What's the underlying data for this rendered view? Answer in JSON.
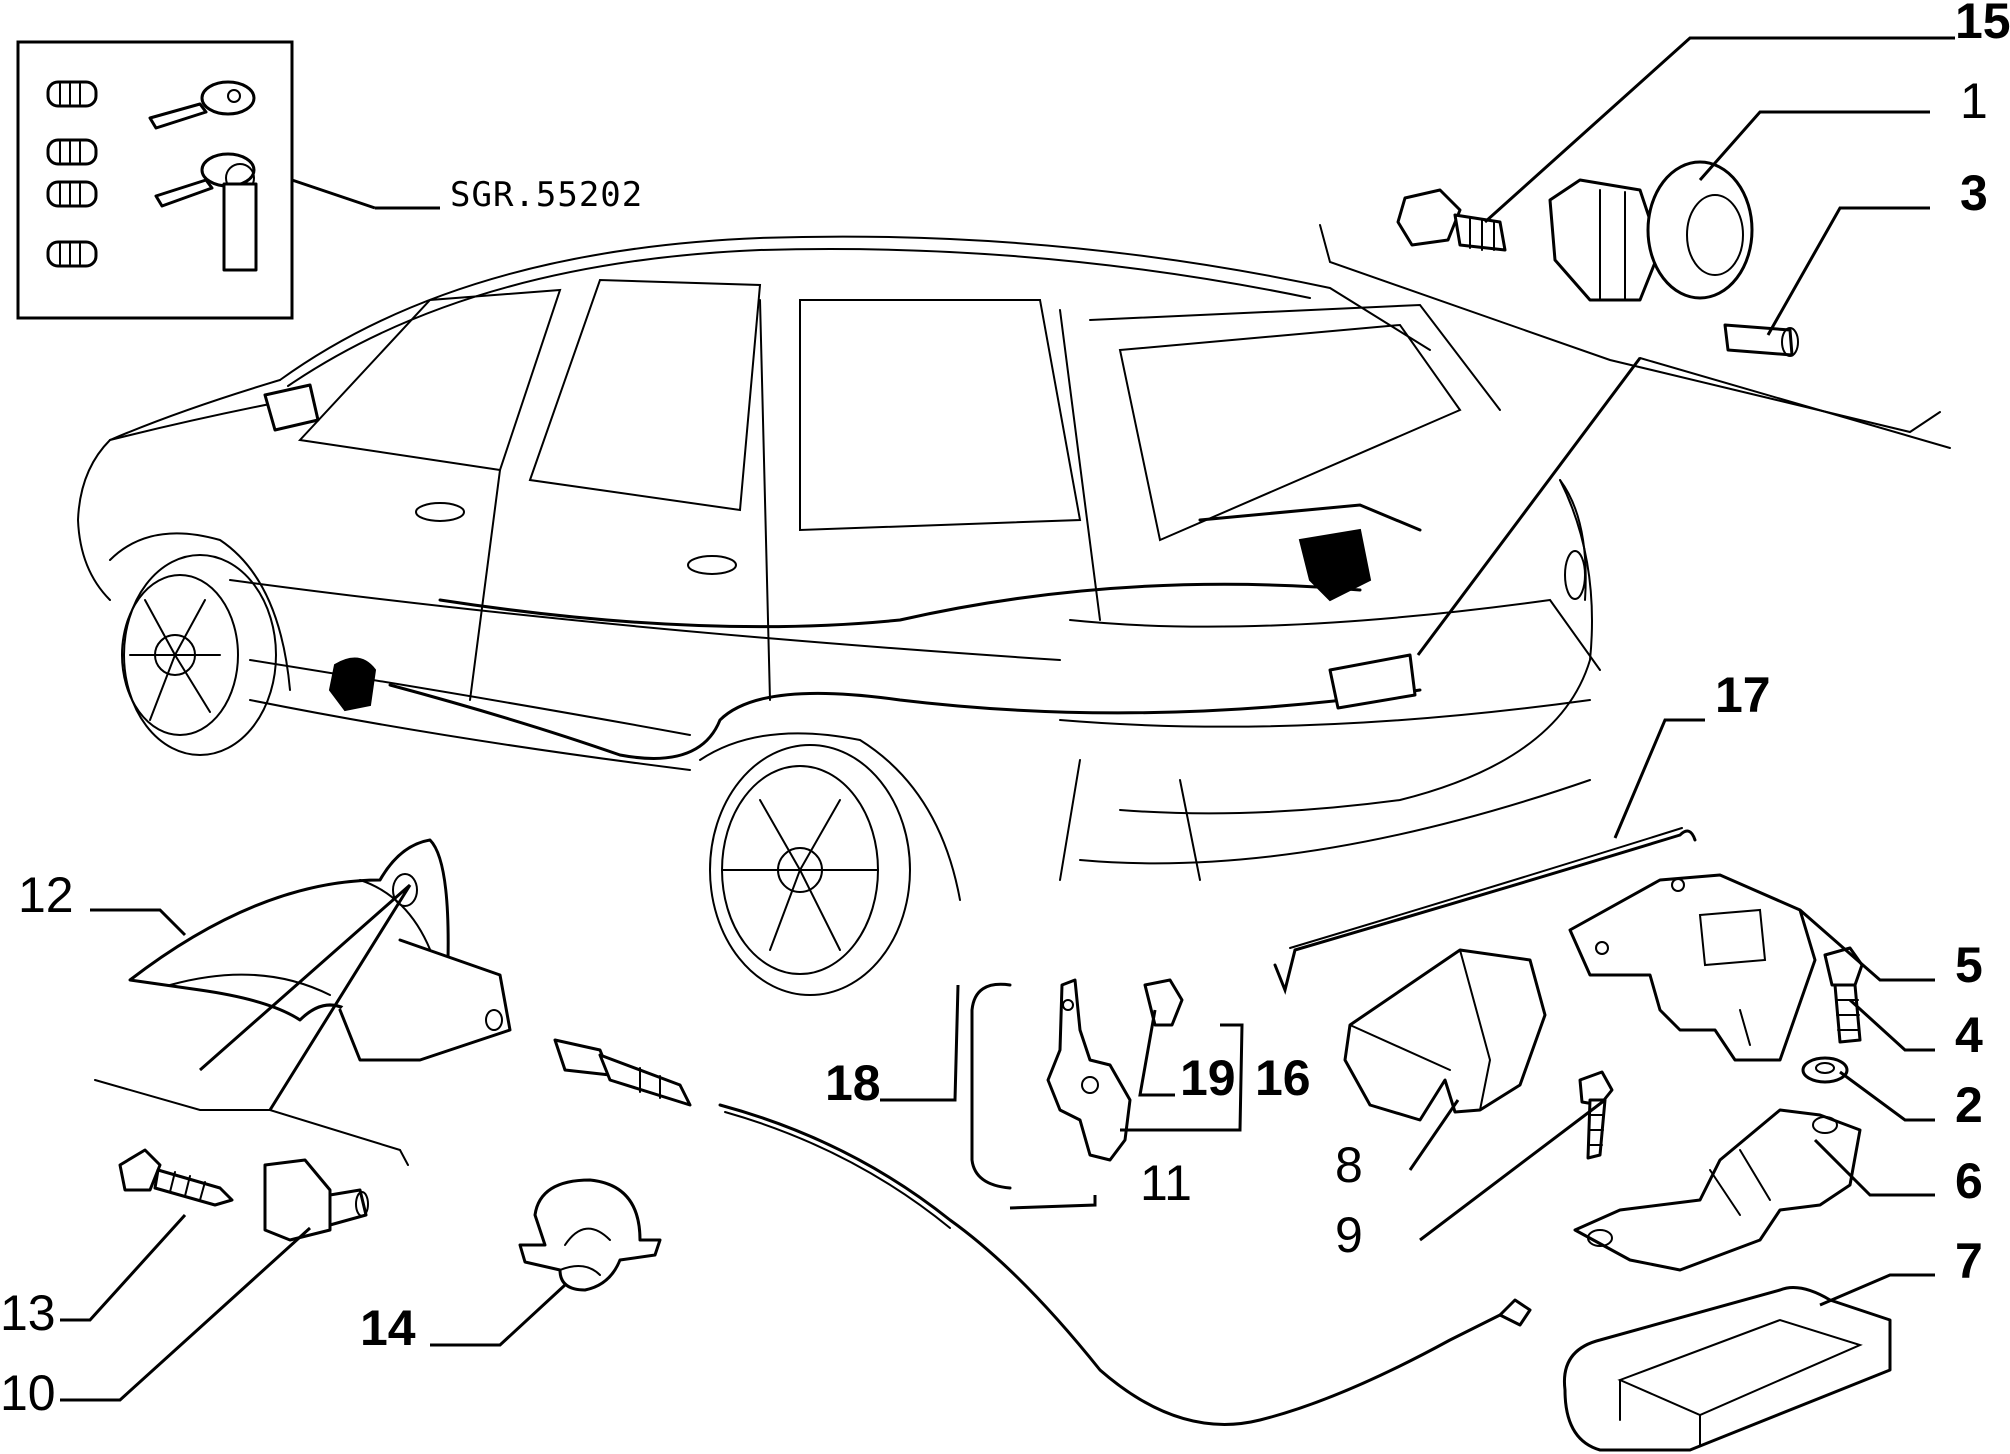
{
  "diagram": {
    "kit_code": "SGR.55202",
    "callouts": [
      {
        "id": "15",
        "bold": true
      },
      {
        "id": "1",
        "bold": false
      },
      {
        "id": "3",
        "bold": true
      },
      {
        "id": "17",
        "bold": true
      },
      {
        "id": "12",
        "bold": false
      },
      {
        "id": "5",
        "bold": true
      },
      {
        "id": "4",
        "bold": true
      },
      {
        "id": "2",
        "bold": true
      },
      {
        "id": "18",
        "bold": true
      },
      {
        "id": "19",
        "bold": true
      },
      {
        "id": "16",
        "bold": true
      },
      {
        "id": "8",
        "bold": false
      },
      {
        "id": "9",
        "bold": false
      },
      {
        "id": "6",
        "bold": true
      },
      {
        "id": "11",
        "bold": false
      },
      {
        "id": "7",
        "bold": true
      },
      {
        "id": "13",
        "bold": false
      },
      {
        "id": "14",
        "bold": true
      },
      {
        "id": "10",
        "bold": false
      }
    ]
  }
}
